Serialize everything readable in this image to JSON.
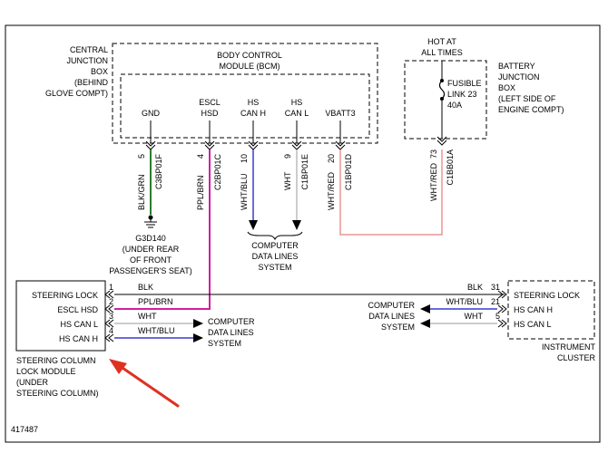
{
  "diagram_id": "417487",
  "central_junction_box": [
    "CENTRAL",
    "JUNCTION",
    "BOX",
    "(BEHIND",
    "GLOVE COMPT)"
  ],
  "bcm": {
    "title": [
      "BODY CONTROL",
      "MODULE (BCM)"
    ],
    "pins": {
      "gnd": {
        "label": "GND",
        "pin": "5",
        "connector": "C3BP01F",
        "wire": "BLK/GRN"
      },
      "escl": {
        "label": [
          "ESCL",
          "HSD"
        ],
        "pin": "4",
        "connector": "C2BP01C",
        "wire": "PPL/BRN"
      },
      "canh": {
        "label": [
          "HS",
          "CAN H"
        ],
        "pin": "10",
        "wire": "WHT/BLU"
      },
      "canl": {
        "label": [
          "HS",
          "CAN L"
        ],
        "pin": "9",
        "connector": "C1BP01E",
        "wire": "WHT"
      },
      "vbatt": {
        "label": "VBATT3",
        "pin": "20",
        "connector": "C1BP01D",
        "wire": "WHT/RED"
      }
    }
  },
  "battery_box": {
    "hot": [
      "HOT AT",
      "ALL TIMES"
    ],
    "label": [
      "BATTERY",
      "JUNCTION",
      "BOX",
      "(LEFT SIDE OF",
      "ENGINE COMPT)"
    ],
    "fuse": [
      "FUSIBLE",
      "LINK 23",
      "40A"
    ],
    "pin": "73",
    "connector": "C1BB01A",
    "wire": "WHT/RED"
  },
  "ground": [
    "G3D140",
    "(UNDER REAR",
    "OF FRONT",
    "PASSENGER'S SEAT)"
  ],
  "computer_data_lines": [
    "COMPUTER",
    "DATA LINES",
    "SYSTEM"
  ],
  "sclm": {
    "rows": [
      "STEERING LOCK",
      "ESCL HSD",
      "HS CAN L",
      "HS CAN H"
    ],
    "pins": [
      "1",
      "2",
      "3",
      "4"
    ],
    "wires": [
      "BLK",
      "PPL/BRN",
      "WHT",
      "WHT/BLU"
    ],
    "caption": [
      "STEERING COLUMN",
      "LOCK MODULE",
      "(UNDER",
      "STEERING COLUMN)"
    ]
  },
  "cluster": {
    "rows": [
      "STEERING LOCK",
      "HS CAN H",
      "HS CAN L"
    ],
    "pins": [
      "31",
      "21",
      "5"
    ],
    "wires": [
      "BLK",
      "WHT/BLU",
      "WHT"
    ],
    "caption": [
      "INSTRUMENT",
      "CLUSTER"
    ]
  },
  "colors": {
    "blk_grn": "#2e7d2e",
    "ppl_brn": "#d020a0",
    "wht_blu": "#3a3ad0",
    "wht": "#bbbbbb",
    "wht_red": "#e06060",
    "arrow": "#e03020"
  }
}
